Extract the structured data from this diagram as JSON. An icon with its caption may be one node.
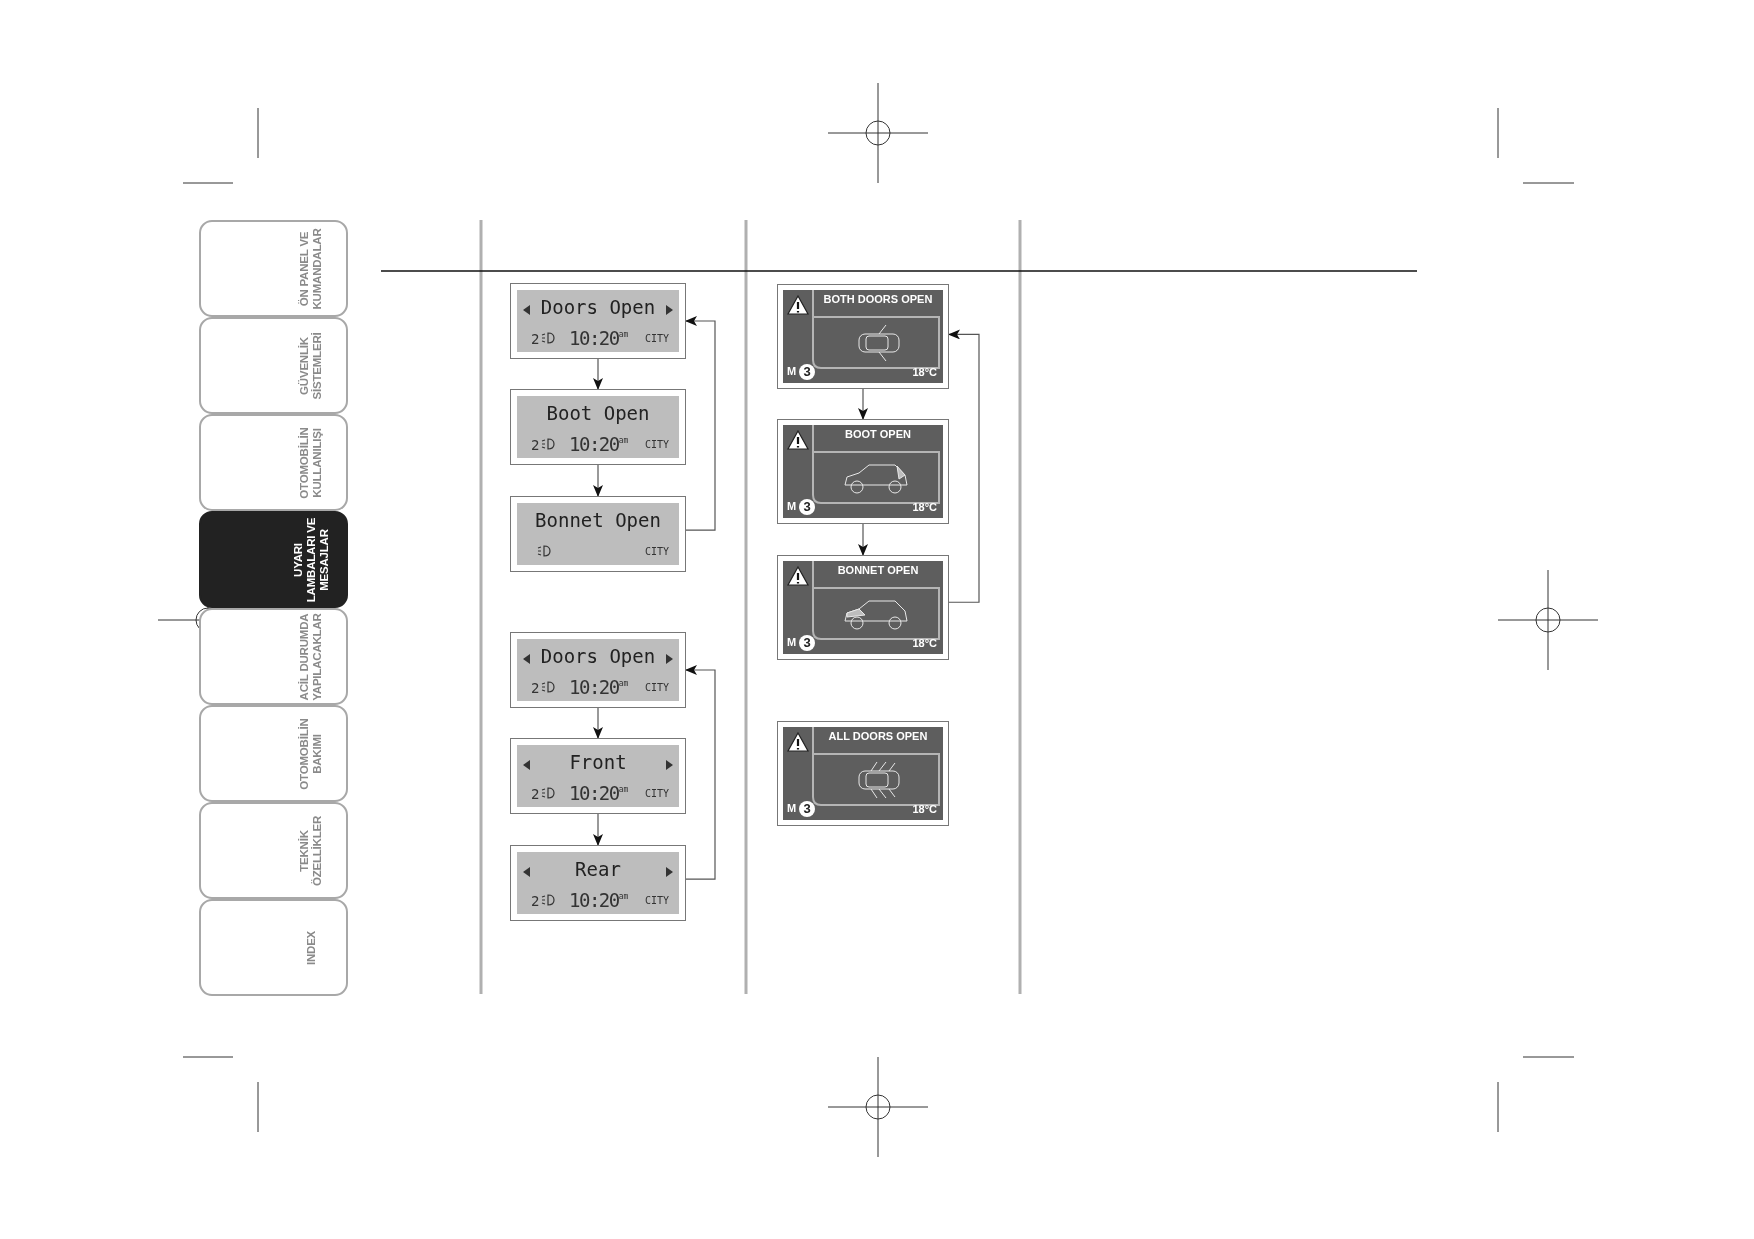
{
  "diagram": {
    "nodes": [
      {
        "text": [
          "ÖN PANEL VE KUMANDALAR"
        ]
      },
      {
        "text": [
          "GÜVENLİK SİSTEMLERİ"
        ]
      },
      {
        "text": [
          "OTOMOBİLİN KULLANILIŞI"
        ]
      },
      {
        "text": [
          "UYARI LAMBALARI VE MESAJLAR"
        ]
      },
      {
        "text": [
          "ACİL DURUMDA YAPILACAKLAR"
        ]
      },
      {
        "text": [
          "OTOMOBİLİN BAKIMI"
        ]
      },
      {
        "text": [
          "TEKNİK ÖZELLİKLER"
        ]
      },
      {
        "text": [
          "INDEX"
        ]
      },
      {
        "text": [
          "Doors Open",
          "2",
          "10:20$^{am}$",
          "CITY"
        ]
      },
      {
        "text": [
          "Boot Open",
          "2",
          "10:20$^{am}$",
          "CITY"
        ]
      },
      {
        "text": [
          "Bonnet Open",
          "CITY"
        ]
      },
      {
        "text": [
          "Doors Open",
          "2",
          "10:20$^{am}$",
          "CITY"
        ]
      },
      {
        "text": [
          "Front",
          "2",
          "10:20$^{am}$",
          "CITY"
        ]
      },
      {
        "text": [
          "Rear",
          "2",
          "10:20$^{am}$",
          "CITY"
        ]
      },
      {
        "text": [
          "BOTH DOORS OPEN",
          "M",
          "3",
          "18°C"
        ]
      },
      {
        "text": [
          "BOOT OPEN",
          "M",
          "3",
          "18°C"
        ]
      },
      {
        "text": [
          "BONNET OPEN",
          "M",
          "3",
          "18°C"
        ]
      },
      {
        "text": [
          "ALL DOORS OPEN",
          "M",
          "3",
          "18°C"
        ]
      }
    ],
    "edges": [
      {
        "from": 8,
        "to": 9,
        "arrow": "to"
      },
      {
        "from": 9,
        "to": 10,
        "arrow": "to"
      },
      {
        "from": 10,
        "to": 8,
        "arrow": "to"
      },
      {
        "from": 11,
        "to": 12,
        "arrow": "to"
      },
      {
        "from": 12,
        "to": 13,
        "arrow": "to"
      },
      {
        "from": 13,
        "to": 11,
        "arrow": "to"
      },
      {
        "from": 14,
        "to": 15,
        "arrow": "to"
      },
      {
        "from": 15,
        "to": 16,
        "arrow": "to"
      },
      {
        "from": 16,
        "to": 14,
        "arrow": "to"
      }
    ]
  }
}
